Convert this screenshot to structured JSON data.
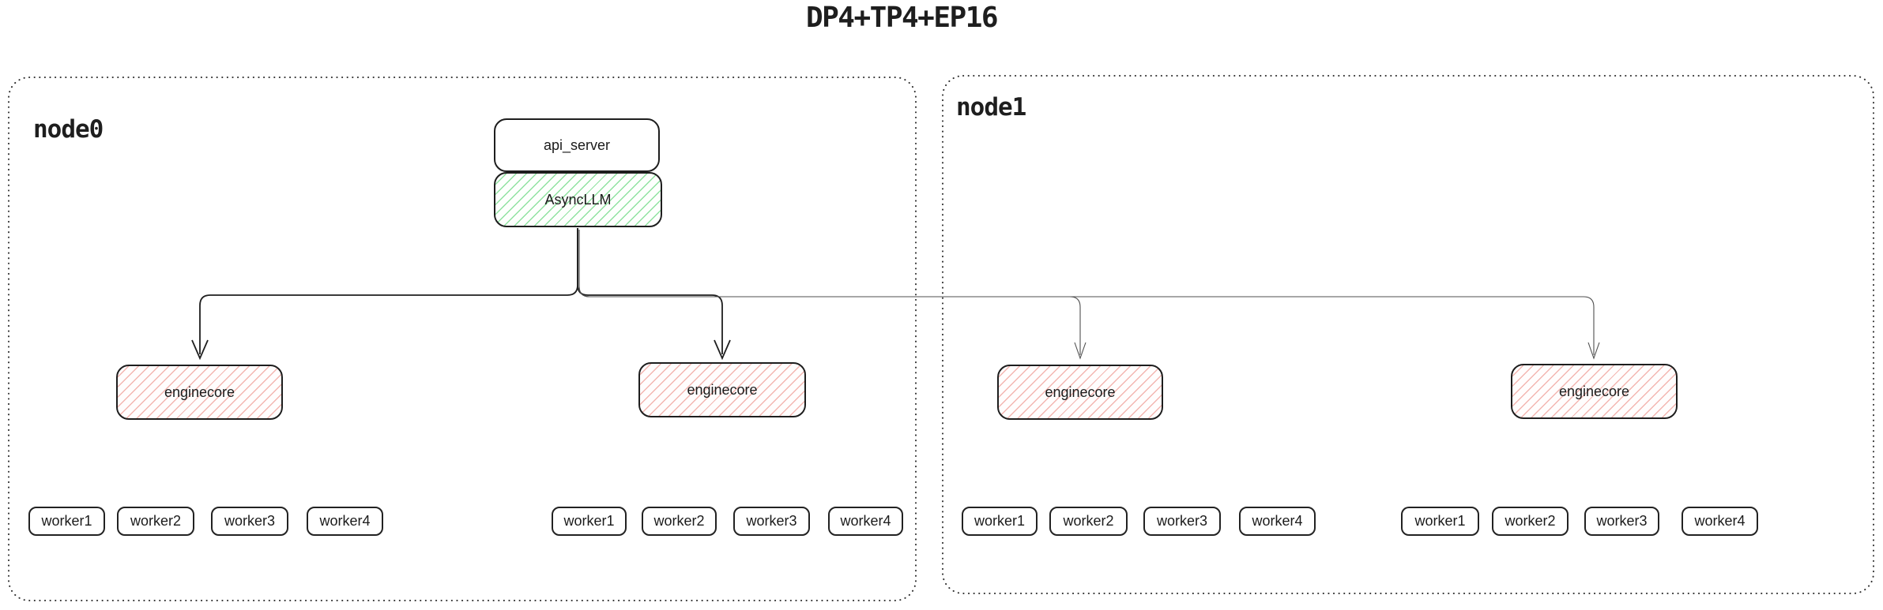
{
  "title": "DP4+TP4+EP16",
  "nodes": [
    {
      "label": "node0",
      "api_server_label": "api_server",
      "async_llm_label": "AsyncLLM",
      "enginecores": [
        "enginecore",
        "enginecore"
      ],
      "worker_groups": [
        {
          "workers": [
            "worker1",
            "worker2",
            "worker3",
            "worker4"
          ]
        },
        {
          "workers": [
            "worker1",
            "worker2",
            "worker3",
            "worker4"
          ]
        }
      ]
    },
    {
      "label": "node1",
      "enginecores": [
        "enginecore",
        "enginecore"
      ],
      "worker_groups": [
        {
          "workers": [
            "worker1",
            "worker2",
            "worker3",
            "worker4"
          ]
        },
        {
          "workers": [
            "worker1",
            "worker2",
            "worker3",
            "worker4"
          ]
        }
      ]
    }
  ],
  "colors": {
    "box_border": "#1e1e1e",
    "green_hatch": "#8fe2a0",
    "red_hatch": "#f3b6b1",
    "arrow_dark": "#1e1e1e",
    "arrow_light": "#4f4f4f",
    "node_border": "#2e2e2e"
  }
}
